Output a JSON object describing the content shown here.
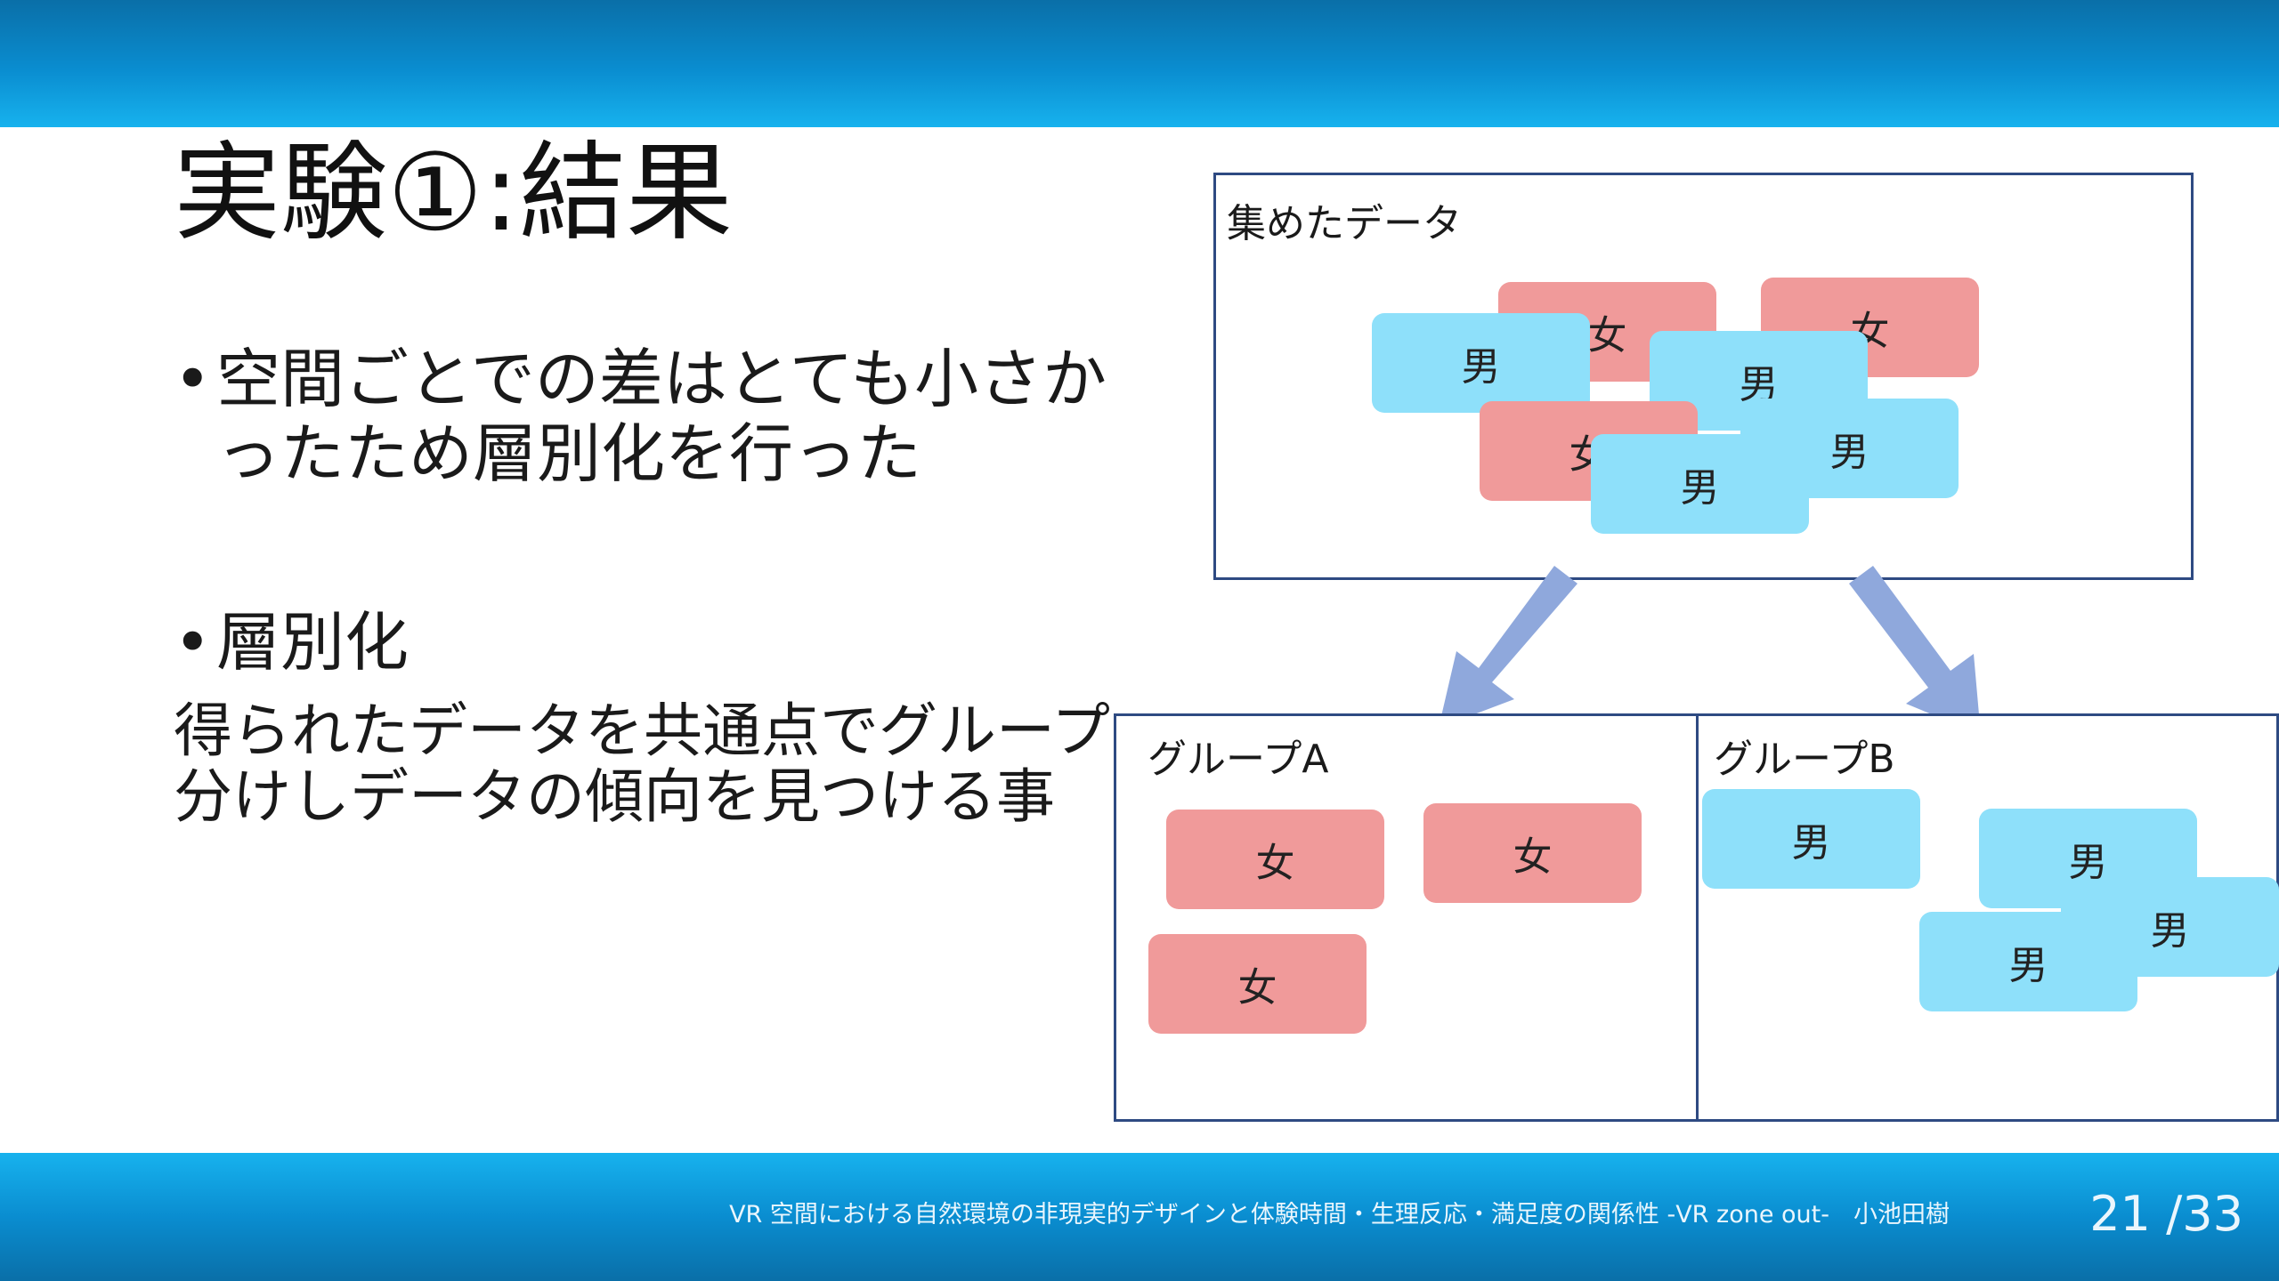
{
  "slide": {
    "title": "実験①:結果",
    "bullets": [
      {
        "marker": "•",
        "text": "空間ごとでの差はとても小さかったため層別化を行った"
      },
      {
        "marker": "•",
        "text": "層別化"
      }
    ],
    "paragraph": "得られたデータを共通点でグループ分けしデータの傾向を見つける事"
  },
  "diagram": {
    "collected_label": "集めたデータ",
    "group_a_label": "グループA",
    "group_b_label": "グループB",
    "female_label": "女",
    "male_label": "男",
    "colors": {
      "female": "#f09a9a",
      "male": "#8ee0fa",
      "arrow": "#8fa8dc",
      "border": "#2e4a82"
    }
  },
  "footer": {
    "text": "VR 空間における自然環境の非現実的デザインと体験時間・生理反応・満足度の関係性 -VR zone out-　小池田樹",
    "page_number": "21 /33"
  },
  "colors": {
    "header_bar": "#0a8dd0",
    "footer_bar": "#0a8dd0"
  }
}
